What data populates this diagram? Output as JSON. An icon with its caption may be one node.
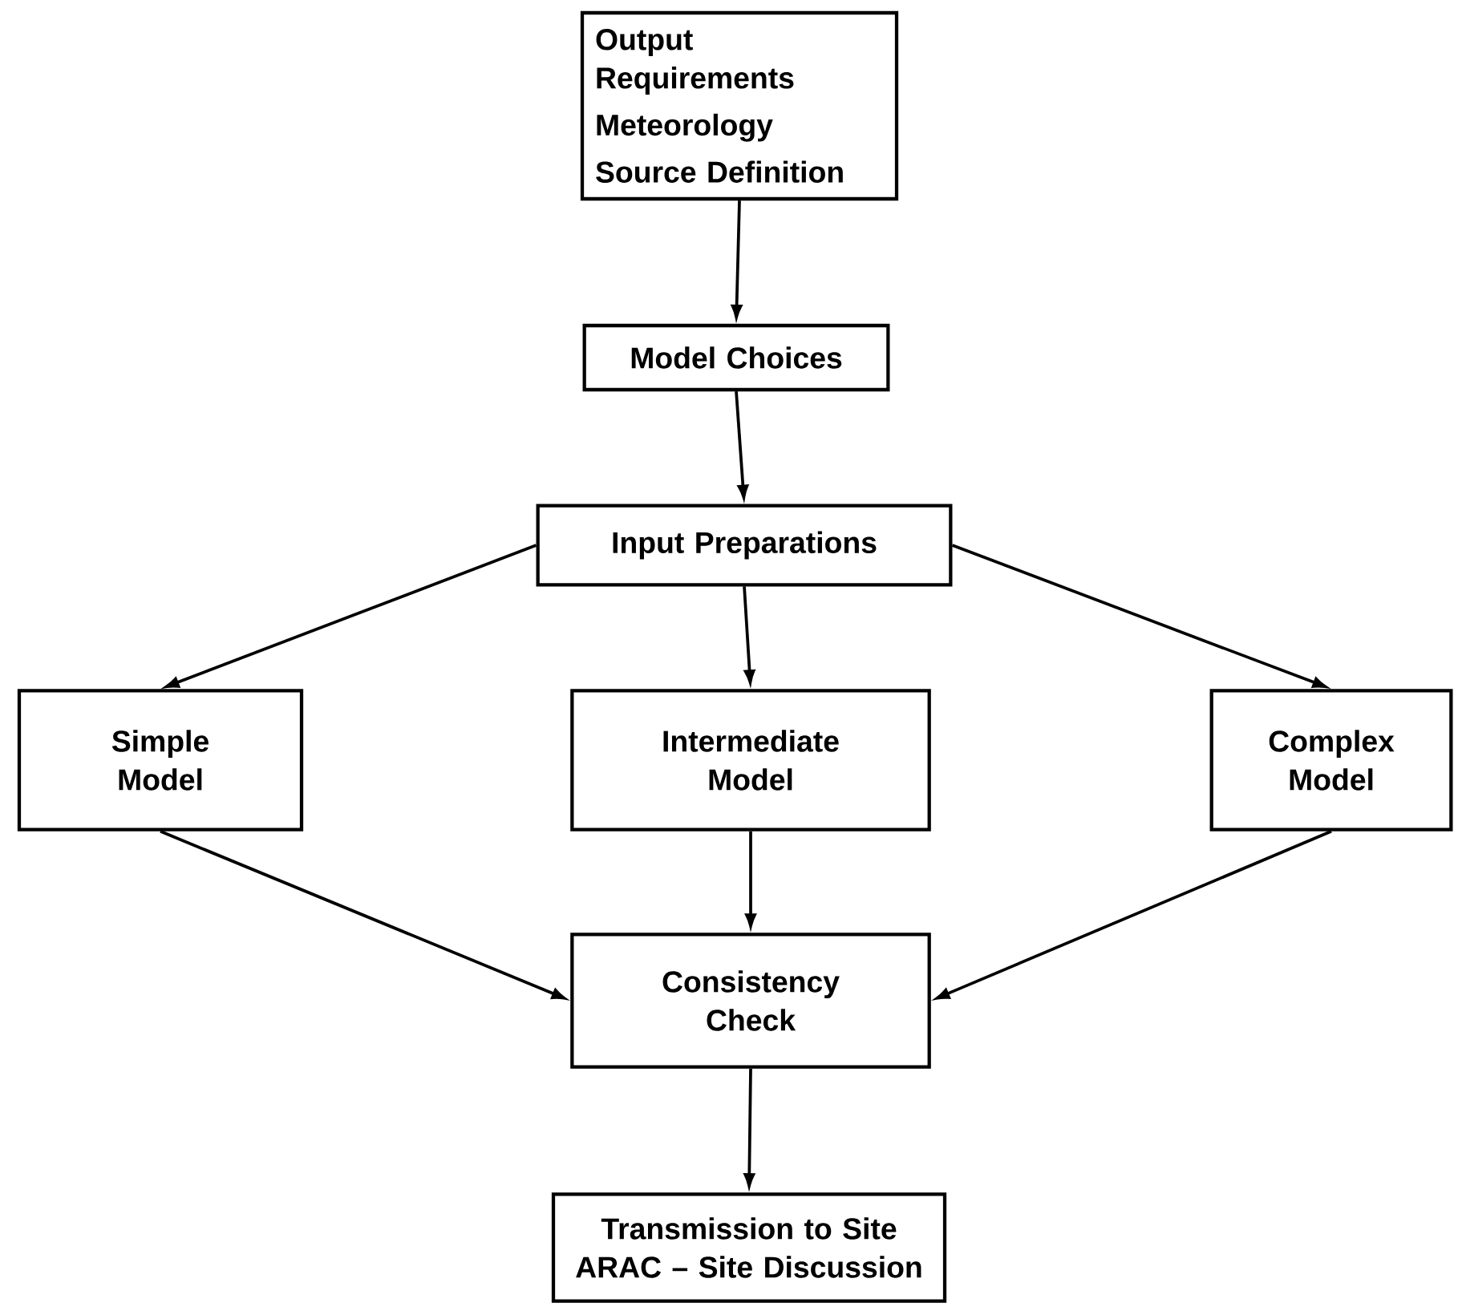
{
  "diagram": {
    "nodes": [
      {
        "text": [
          "Output Requirements",
          "Meteorology",
          "Source Definition"
        ]
      },
      {
        "text": [
          "Model Choices"
        ]
      },
      {
        "text": [
          "Input Preparations"
        ]
      },
      {
        "text": [
          "Simple Model"
        ]
      },
      {
        "text": [
          "Intermediate Model"
        ]
      },
      {
        "text": [
          "Complex Model"
        ]
      },
      {
        "text": [
          "Consistency Check"
        ]
      },
      {
        "text": [
          "Transmission to Site ARAC – Site Discussion"
        ]
      }
    ],
    "edges": [
      {
        "from": 0,
        "to": 1,
        "arrow": "to"
      },
      {
        "from": 1,
        "to": 2,
        "arrow": "to"
      },
      {
        "from": 2,
        "to": 3,
        "arrow": "to"
      },
      {
        "from": 2,
        "to": 4,
        "arrow": "to"
      },
      {
        "from": 2,
        "to": 5,
        "arrow": "to"
      },
      {
        "from": 3,
        "to": 6,
        "arrow": "to"
      },
      {
        "from": 4,
        "to": 6,
        "arrow": "to"
      },
      {
        "from": 5,
        "to": 6,
        "arrow": "to"
      },
      {
        "from": 6,
        "to": 7,
        "arrow": "to"
      }
    ]
  }
}
